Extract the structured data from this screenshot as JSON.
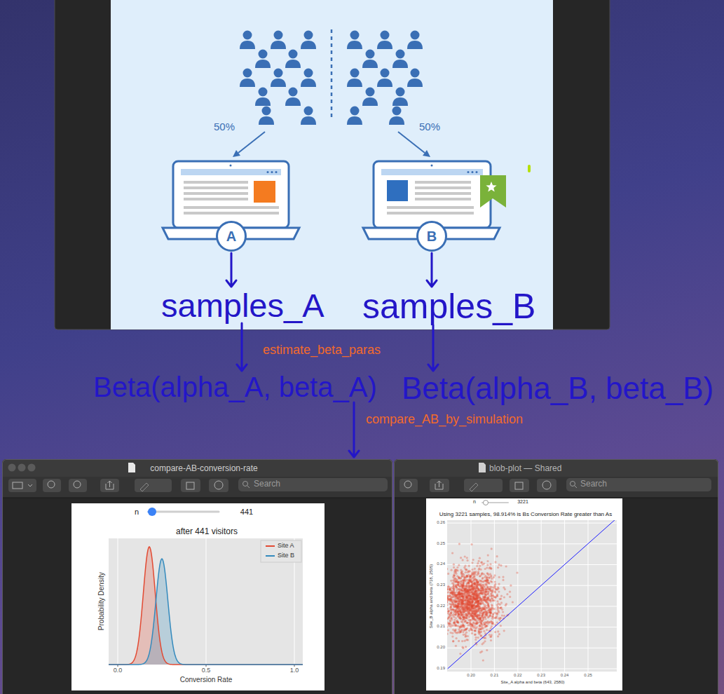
{
  "diagram": {
    "nodes": [
      {
        "text": [
          "A"
        ]
      },
      {
        "text": [
          "B"
        ]
      },
      {
        "text": [
          "samples_A"
        ]
      },
      {
        "text": [
          "samples_B"
        ]
      },
      {
        "text": [
          "Beta(alpha_A, beta_A)"
        ]
      },
      {
        "text": [
          "Beta(alpha_B, beta_B)"
        ]
      },
      {
        "text": [
          "compare-AB-conversion-rate"
        ]
      },
      {
        "text": [
          "blob-plot — Shared"
        ]
      }
    ],
    "edges": [
      {
        "from": 0,
        "to": 2,
        "arrow": "to"
      },
      {
        "from": 1,
        "to": 3,
        "arrow": "to"
      },
      {
        "from": 2,
        "to": 4,
        "label": "estimate_beta_paras",
        "arrow": "to"
      },
      {
        "from": 3,
        "to": 5,
        "arrow": "to"
      },
      {
        "from": 4,
        "to": 6,
        "label": "compare_AB_by_simulation",
        "arrow": "to"
      }
    ],
    "labels": [
      "50%",
      "50%",
      "Search",
      "n",
      "441",
      "after 441 visitors",
      "Probability Density",
      "0.0",
      "0.5",
      "1.0",
      "Conversion Rate",
      "Search",
      "n",
      "3221",
      "Using 3221 samples, 98.914% is Bs Conversion Rate greater than As",
      "0.26",
      "0.25",
      "0.24",
      "0.23",
      "0.22",
      "0.21",
      "0.20",
      "0.19",
      "Site_B alpha and beta (718, 2505)",
      "0.20",
      "0.21",
      "0.22",
      "0.23",
      "0.24",
      "0.25",
      "Site_A alpha and beta (643, 2580)"
    ],
    "legend": [
      {
        "text": "Site A"
      },
      {
        "text": "Site B"
      }
    ]
  }
}
